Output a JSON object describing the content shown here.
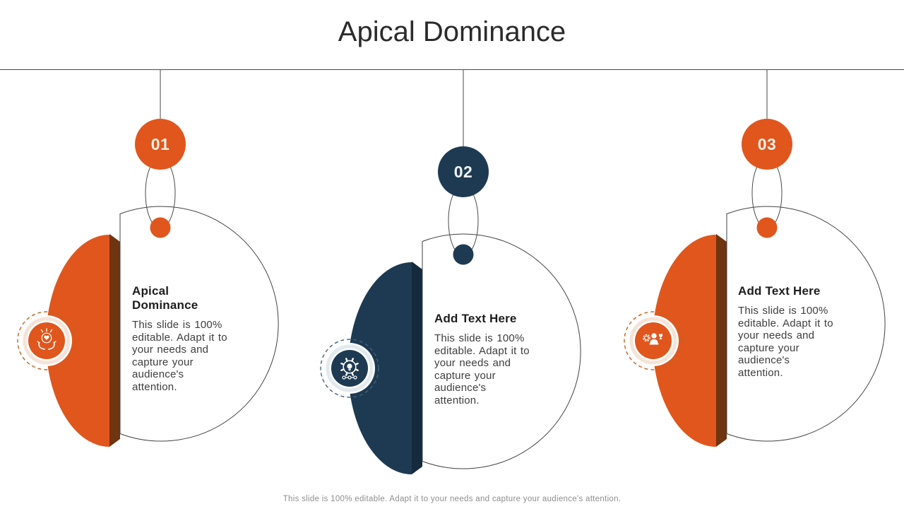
{
  "slide": {
    "title": "Apical Dominance",
    "footer": "This slide is 100% editable. Adapt it to your needs and capture your audience's attention."
  },
  "cards": [
    {
      "number": "01",
      "title": "Apical Dominance",
      "body": "This slide is 100% editable. Adapt it to your needs and capture your audience's attention.",
      "theme": "orange",
      "icon": "hands-holding-heart-icon"
    },
    {
      "number": "02",
      "title": "Add Text Here",
      "body": "This slide is 100% editable. Adapt it to your needs and capture your audience's attention.",
      "theme": "navy",
      "icon": "gear-lightbulb-icon"
    },
    {
      "number": "03",
      "title": "Add Text Here",
      "body": "This slide is 100% editable. Adapt it to your needs and capture your audience's attention.",
      "theme": "orange",
      "icon": "person-gear-trophy-icon"
    }
  ],
  "colors": {
    "orange": "#E0561D",
    "orange_dark": "#6F3410",
    "navy": "#1E3A52",
    "navy_dark": "#152A3D",
    "outline": "#454545",
    "title_text": "#2B2B2B",
    "body_text": "#3D3D3D",
    "footer_text": "#8E8E8E"
  }
}
